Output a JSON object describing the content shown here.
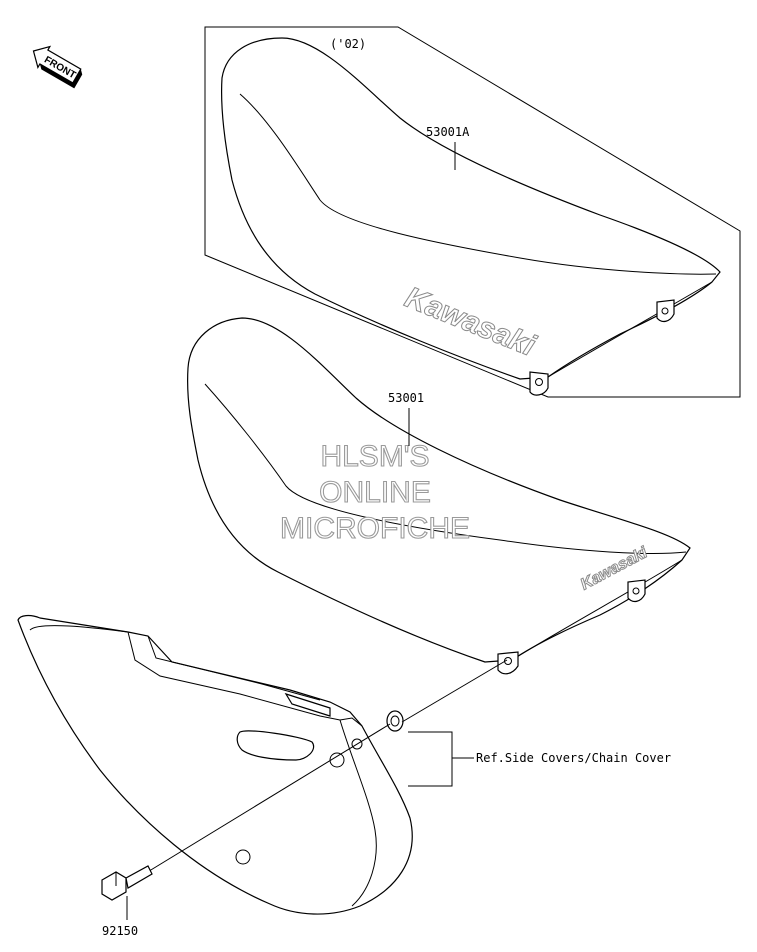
{
  "front_marker": {
    "text": "FRONT",
    "icon": "front-arrow-icon"
  },
  "variant_note": "('02)",
  "parts": {
    "seat_a": {
      "number": "53001A",
      "brand": "Kawasaki"
    },
    "seat": {
      "number": "53001",
      "brand": "Kawasaki"
    },
    "bolt": {
      "number": "92150"
    },
    "ref": {
      "text": "Ref.Side Covers/Chain Cover"
    }
  },
  "watermark": {
    "line1": "HLSM'S",
    "line2": "ONLINE",
    "line3": "MICROFICHE"
  },
  "colors": {
    "line": "#000000",
    "watermark_outline": "#9a9a9a",
    "background": "#ffffff"
  }
}
